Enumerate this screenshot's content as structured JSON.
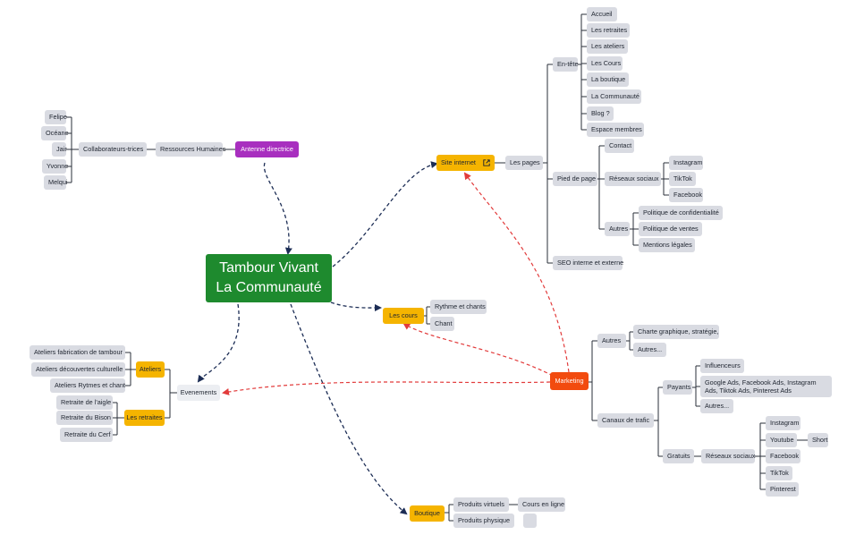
{
  "central": {
    "line1": "Tambour Vivant",
    "line2": "La Communauté"
  },
  "antenne": {
    "label": "Antenne directrice",
    "rh": "Ressources Humaines",
    "collab": "Collaborateurs-trices",
    "members": [
      "Felipe",
      "Océane",
      "Jair",
      "Yvonne",
      "Melqui"
    ]
  },
  "site": {
    "label": "Site internet",
    "pages": "Les pages",
    "entete": "En-tête",
    "entete_items": [
      "Accueil",
      "Les retraites",
      "Les ateliers",
      "Les Cours",
      "La boutique",
      "La Communauté",
      "Blog ?",
      "Espace membres"
    ],
    "pied": "Pied de page",
    "contact": "Contact",
    "reseaux": "Réseaux sociaux",
    "reseaux_items": [
      "Instagram",
      "TikTok",
      "Facebook"
    ],
    "autres": "Autres",
    "autres_items": [
      "Politique de confidentialité",
      "Politique de ventes",
      "Mentions légales"
    ],
    "seo": "SEO interne et externe"
  },
  "cours": {
    "label": "Les cours",
    "items": [
      "Rythme et chants",
      "Chant"
    ]
  },
  "evenements": {
    "label": "Evenements",
    "ateliers": "Ateliers",
    "ateliers_items": [
      "Ateliers fabrication de tambour",
      "Ateliers découvertes culturelle",
      "Ateliers Rytmes et chant"
    ],
    "retraites": "Les retraites",
    "retraites_items": [
      "Retraite de l'aigle",
      "Retraite du Bison",
      "Retraite du Cerf"
    ]
  },
  "marketing": {
    "label": "Marketing",
    "autres": "Autres",
    "autres_items": [
      "Charte graphique, stratégie,",
      "Autres..."
    ],
    "canaux": "Canaux de trafic",
    "payants": "Payants",
    "payants_items": [
      "Influenceurs",
      "Google Ads, Facebook Ads, Instagram Ads, Tiktok Ads, Pinterest Ads",
      "Autres..."
    ],
    "gratuits": "Gratuits",
    "reseaux": "Réseaux sociaux",
    "reseaux_items": [
      "Instagram",
      "Youtube",
      "Facebook",
      "TikTok",
      "Pinterest"
    ],
    "short": "Short"
  },
  "boutique": {
    "label": "Boutique",
    "virtuels": "Produits virtuels",
    "cours_en_ligne": "Cours en ligne",
    "physique": "Produits physique",
    "empty": ""
  },
  "colors": {
    "central": "#1e8a2e",
    "purple": "#a82fbf",
    "orange": "#f5b400",
    "red": "#f24b0f",
    "node": "#d9dbe2",
    "dashed_blue": "#1c2d55",
    "dashed_red": "#e23b3b"
  }
}
